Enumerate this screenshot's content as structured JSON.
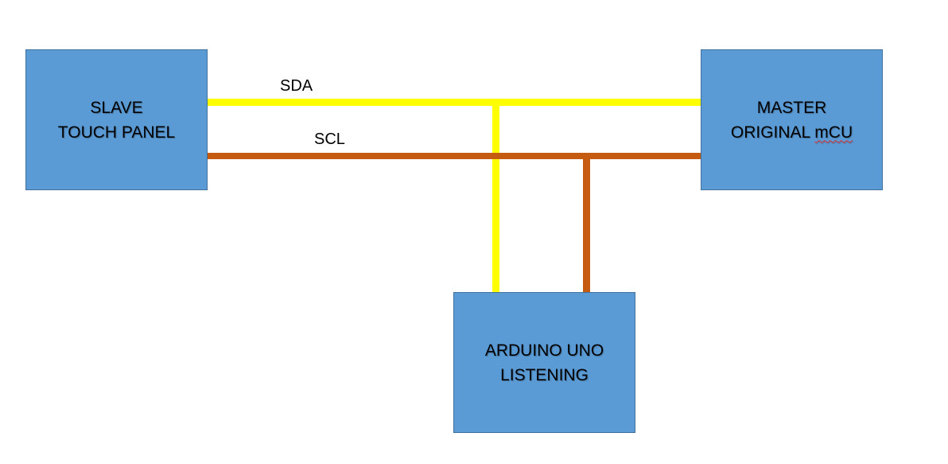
{
  "diagram": {
    "blocks": {
      "slave": {
        "line1": "SLAVE",
        "line2": "TOUCH PANEL"
      },
      "master": {
        "line1": "MASTER",
        "line2_prefix": "ORIGINAL ",
        "line2_flagged": "mCU"
      },
      "arduino": {
        "line1": "ARDUINO UNO",
        "line2": "LISTENING"
      }
    },
    "wires": {
      "sda": {
        "label": "SDA",
        "color": "#FFFF00"
      },
      "scl": {
        "label": "SCL",
        "color": "#C55A11"
      }
    },
    "colors": {
      "block_fill": "#5B9BD5",
      "block_border": "#41719C",
      "spellcheck_underline": "#E03030"
    }
  }
}
